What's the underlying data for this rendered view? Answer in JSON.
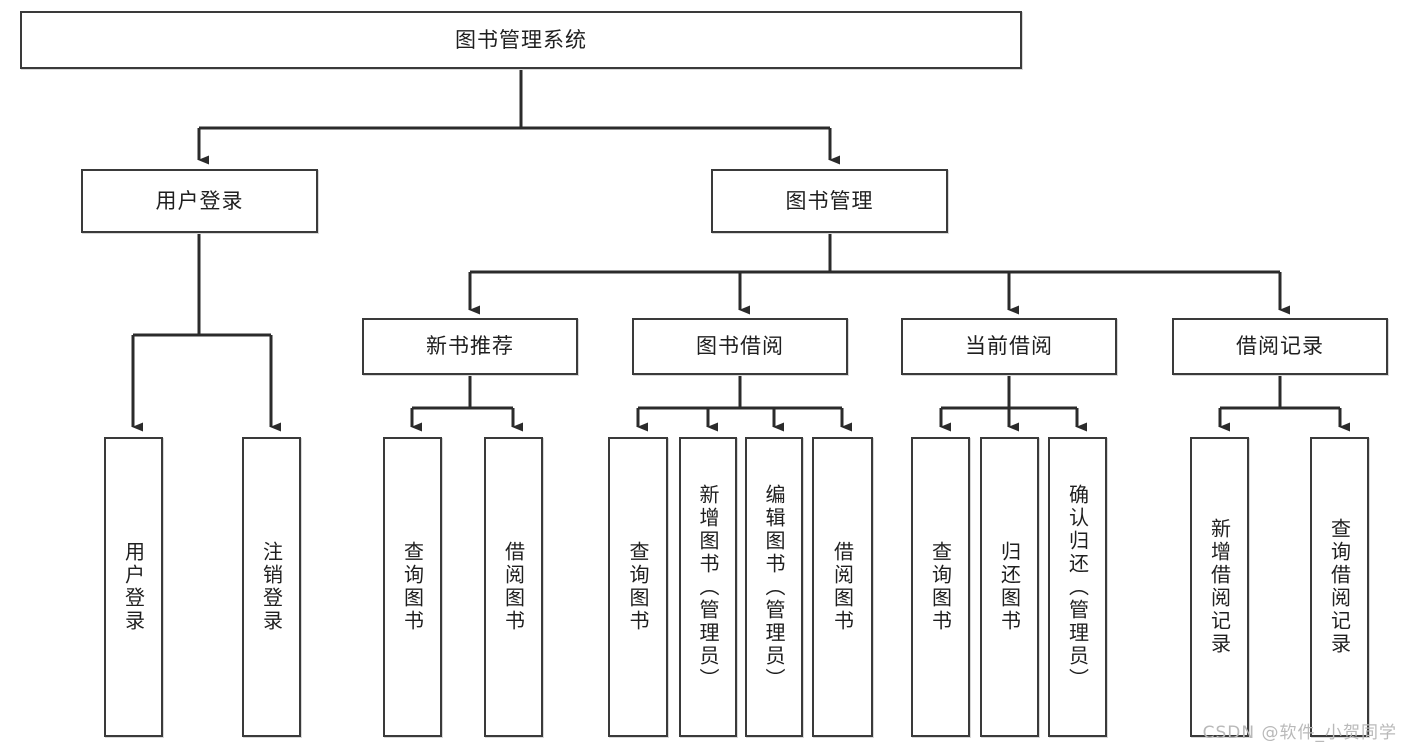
{
  "diagram": {
    "title": "图书管理系统",
    "kind": "功能结构图",
    "background_color": "#ffffff",
    "box_border_color": "#3a3a3a",
    "text_color": "#1f1f1f",
    "connector_color": "#2b2b2b"
  },
  "root": {
    "label": "图书管理系统"
  },
  "level2": [
    {
      "label": "用户登录"
    },
    {
      "label": "图书管理"
    }
  ],
  "level3": [
    {
      "label": "新书推荐"
    },
    {
      "label": "图书借阅"
    },
    {
      "label": "当前借阅"
    },
    {
      "label": "借阅记录"
    }
  ],
  "leaves": {
    "user_login": [
      {
        "label": "用户登录"
      },
      {
        "label": "注销登录"
      }
    ],
    "new_book": [
      {
        "label": "查询图书"
      },
      {
        "label": "借阅图书"
      }
    ],
    "book_borrow": [
      {
        "label": "查询图书"
      },
      {
        "label": "新增图书（管理员）"
      },
      {
        "label": "编辑图书（管理员）"
      },
      {
        "label": "借阅图书"
      }
    ],
    "current_borrow": [
      {
        "label": "查询图书"
      },
      {
        "label": "归还图书"
      },
      {
        "label": "确认归还（管理员）"
      }
    ],
    "borrow_record": [
      {
        "label": "新增借阅记录"
      },
      {
        "label": "查询借阅记录"
      }
    ]
  },
  "watermark": {
    "text": "CSDN @软件_小贺同学"
  }
}
